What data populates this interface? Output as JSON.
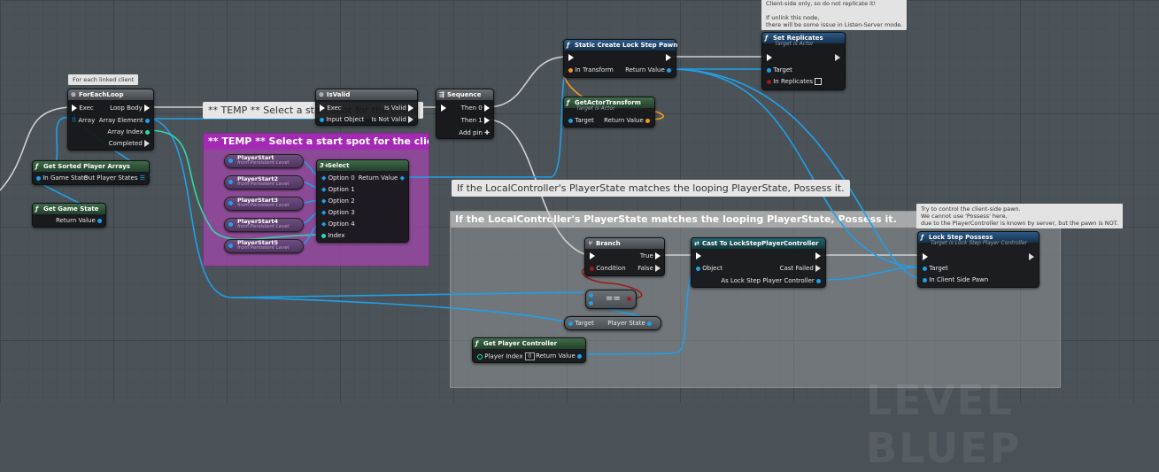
{
  "comments": {
    "temp_title": "** TEMP ** Select a start spot for the client",
    "temp_bubble": "** TEMP ** Select a start spot for the client",
    "possess_title": "If the LocalController's PlayerState matches the looping PlayerState, Possess it.",
    "possess_bubble": "If the LocalController's PlayerState matches the looping PlayerState, Possess it."
  },
  "notes": {
    "foreach": "For each linked client",
    "replicate": "Client-side only, so do not replicate it!\n\nIf unlink this node,\nthere will be some issue in Listen-Server mode.",
    "possess": "Try to control the client-side pawn.\nWe cannot use 'Possess' here,\ndue to the PlayerController is known by server, but the pawn is NOT."
  },
  "nodes": {
    "foreach": {
      "title": "ForEachLoop",
      "exec": "Exec",
      "array": "Array",
      "loop_body": "Loop Body",
      "array_element": "Array Element",
      "array_index": "Array Index",
      "completed": "Completed"
    },
    "sorted": {
      "title": "Get Sorted Player Arrays",
      "in": "In Game State",
      "out": "Out Player States"
    },
    "gamestate": {
      "title": "Get Game State",
      "out": "Return Value"
    },
    "isvalid": {
      "title": "IsValid",
      "exec": "Exec",
      "input": "Input Object",
      "valid": "Is Valid",
      "notvalid": "Is Not Valid"
    },
    "sequence": {
      "title": "Sequence",
      "then0": "Then 0",
      "then1": "Then 1",
      "addpin": "Add pin"
    },
    "create_pawn": {
      "title": "Static Create Lock Step Pawn",
      "in": "In Transform",
      "out": "Return Value"
    },
    "actor_transform": {
      "title": "GetActorTransform",
      "sub": "Target is Actor",
      "target": "Target",
      "out": "Return Value"
    },
    "set_replicates": {
      "title": "Set Replicates",
      "sub": "Target is Actor",
      "target": "Target",
      "in": "In Replicates"
    },
    "select": {
      "title": "Select",
      "opt0": "Option 0",
      "opt1": "Option 1",
      "opt2": "Option 2",
      "opt3": "Option 3",
      "opt4": "Option 4",
      "index": "Index",
      "out": "Return Value"
    },
    "player_starts": [
      {
        "title": "PlayerStart",
        "sub": "from Persistent Level"
      },
      {
        "title": "PlayerStart2",
        "sub": "from Persistent Level"
      },
      {
        "title": "PlayerStart3",
        "sub": "from Persistent Level"
      },
      {
        "title": "PlayerStart4",
        "sub": "from Persistent Level"
      },
      {
        "title": "PlayerStart5",
        "sub": "from Persistent Level"
      }
    ],
    "branch": {
      "title": "Branch",
      "condition": "Condition",
      "true": "True",
      "false": "False"
    },
    "cast": {
      "title": "Cast To LockStepPlayerController",
      "object": "Object",
      "failed": "Cast Failed",
      "as": "As Lock Step Player Controller"
    },
    "lockstep_possess": {
      "title": "Lock Step Possess",
      "sub": "Target is Lock Step Player Controller",
      "target": "Target",
      "pawn": "In Client Side Pawn"
    },
    "equals": {
      "title": "=="
    },
    "playerstate": {
      "target": "Target",
      "out": "Player State"
    },
    "get_pc": {
      "title": "Get Player Controller",
      "index": "Player Index",
      "index_val": "0",
      "out": "Return Value"
    }
  },
  "watermark": "LEVEL BLUEP",
  "colors": {
    "exec": "#ffffff",
    "object": "#1fa0e8",
    "transform": "#f09a1f",
    "bool": "#9a1d1d",
    "int": "#2fd9a6",
    "array": "#1fa0e8",
    "temp_comment": "#a14aa9",
    "possess_comment": "#b5b5b5"
  }
}
